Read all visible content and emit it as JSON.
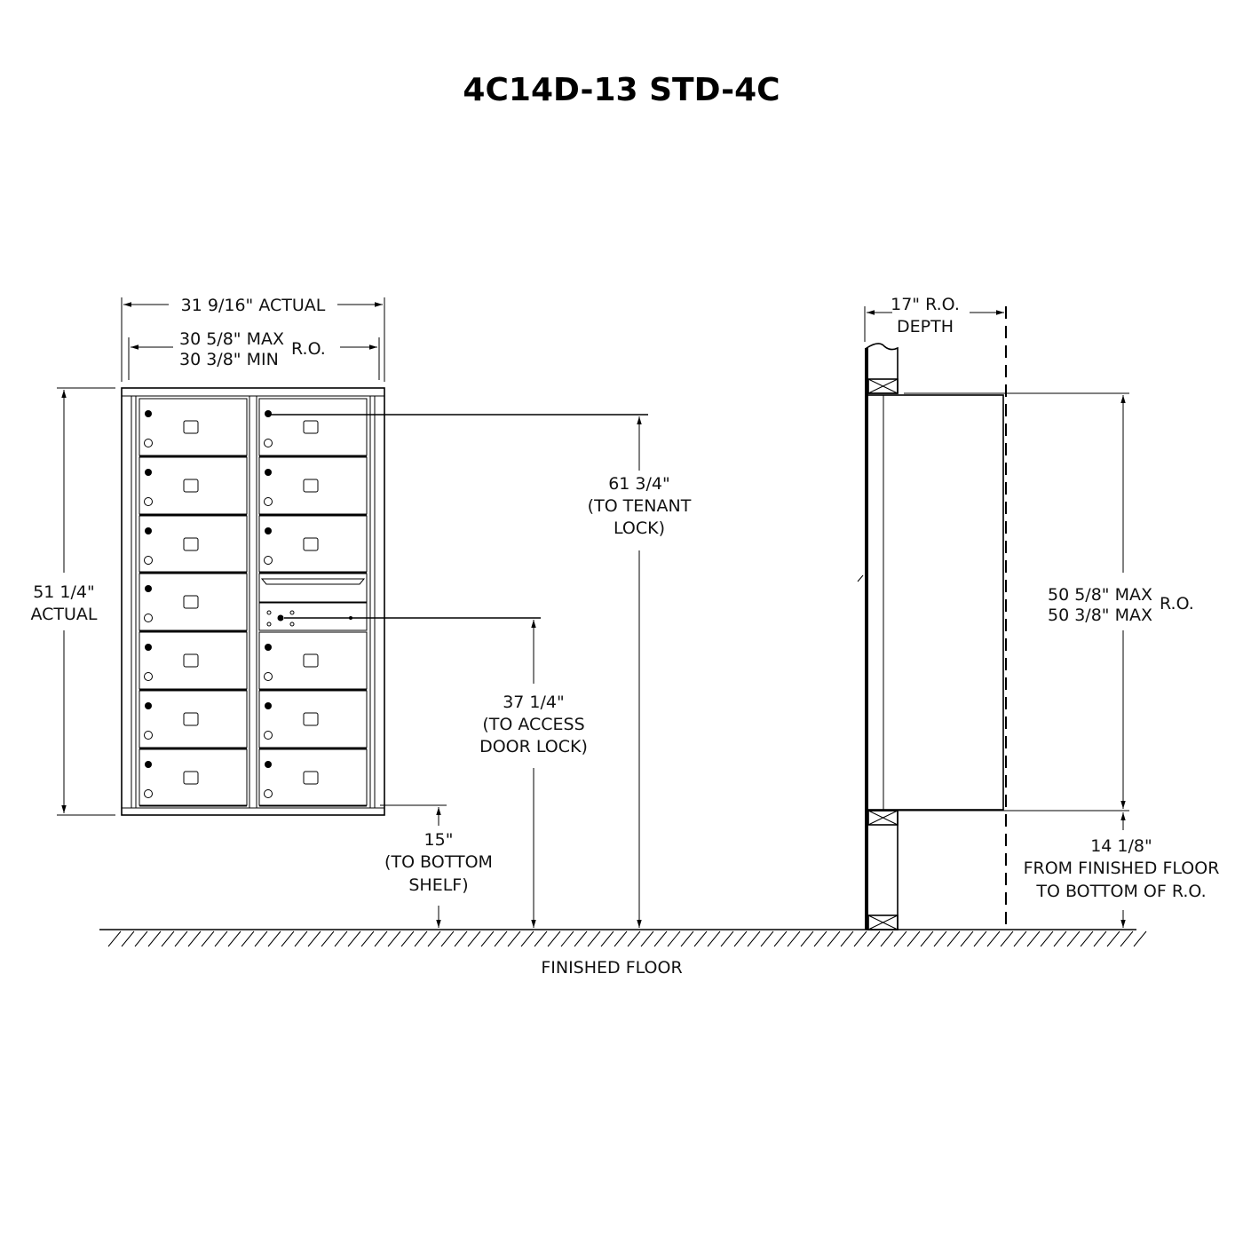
{
  "title": "4C14D-13 STD-4C",
  "front_view": {
    "width_actual": "31 9/16\" ACTUAL",
    "ro_max": "30 5/8\" MAX",
    "ro_min": "30 3/8\" MIN",
    "ro_label": "R.O.",
    "height_actual_1": "51 1/4\"",
    "height_actual_2": "ACTUAL",
    "tenant_lock_1": "61 3/4\"",
    "tenant_lock_2": "(TO TENANT",
    "tenant_lock_3": "LOCK)",
    "access_lock_1": "37 1/4\"",
    "access_lock_2": "(TO ACCESS",
    "access_lock_3": "DOOR LOCK)",
    "bottom_shelf_1": "15\"",
    "bottom_shelf_2": "(TO BOTTOM",
    "bottom_shelf_3": "SHELF)"
  },
  "side_view": {
    "depth_1": "17\" R.O.",
    "depth_2": "DEPTH",
    "ro_height_max": "50 5/8\" MAX",
    "ro_height_min": "50 3/8\" MAX",
    "ro_label": "R.O.",
    "floor_dist_1": "14 1/8\"",
    "floor_dist_2": "FROM FINISHED FLOOR",
    "floor_dist_3": "TO BOTTOM OF R.O."
  },
  "floor_label": "FINISHED FLOOR"
}
